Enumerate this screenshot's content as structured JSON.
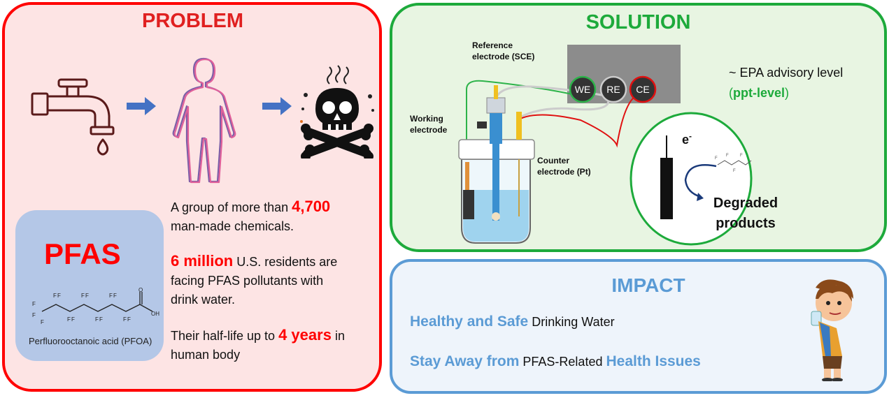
{
  "problem": {
    "title": "PROBLEM",
    "pfas_name": "PFAS",
    "pfoa_label": "Perfluorooctanoic acid (PFOA)",
    "fact1": {
      "pre": "A group of more than ",
      "highlight": "4,700",
      "post": "man-made  chemicals."
    },
    "fact2": {
      "highlight": "6 million",
      "post1": " U.S. residents are",
      "post2": "facing PFAS pollutants with",
      "post3": "drink water."
    },
    "fact3": {
      "pre": "Their half-life up to ",
      "highlight": "4 years",
      "post1": " in",
      "post2": "human body"
    }
  },
  "solution": {
    "title": "SOLUTION",
    "reference_label_1": "Reference",
    "reference_label_2": "electrode (SCE)",
    "working_label_1": "Working",
    "working_label_2": "electrode",
    "counter_label_1": "Counter",
    "counter_label_2": "electrode (Pt)",
    "terminals": [
      "WE",
      "RE",
      "CE"
    ],
    "epa_line": "~ EPA advisory level",
    "ppt_open": "(",
    "ppt_level": "ppt-level",
    "ppt_close": ")",
    "electron": "e",
    "electron_sup": "-",
    "degraded_1": "Degraded",
    "degraded_2": "products"
  },
  "impact": {
    "title": "IMPACT",
    "line1_blue": "Healthy and Safe",
    "line1_text": " Drinking  Water",
    "line2_blue1": "Stay Away from",
    "line2_text": " PFAS-Related ",
    "line2_blue2": "Health Issues"
  },
  "colors": {
    "problem_border": "#ff0000",
    "problem_bg": "#fde4e4",
    "solution_border": "#1daa3b",
    "solution_bg": "#e8f5e2",
    "impact_border": "#5b9bd5",
    "impact_bg": "#eef4fb",
    "arrow": "#4472c4",
    "highlight_red": "#ff0000"
  },
  "icons": [
    "faucet-icon",
    "arrow-right-icon",
    "human-body-icon",
    "skull-crossbones-icon",
    "electrochemical-cell-icon",
    "potentiostat-icon",
    "child-drinking-icon"
  ]
}
